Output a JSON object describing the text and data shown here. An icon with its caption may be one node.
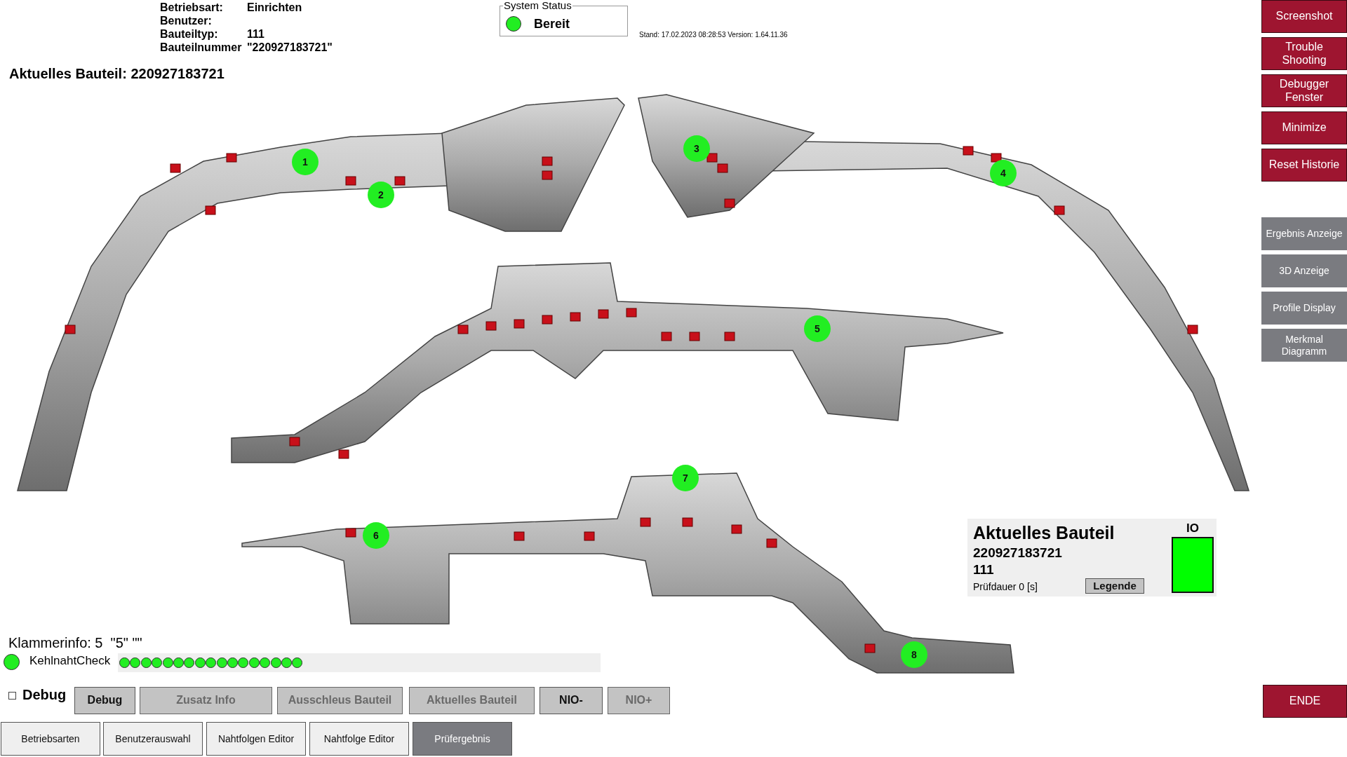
{
  "diagram": {
    "nodes": [
      {
        "text": [
          "System Status",
          "Bereit"
        ]
      },
      {
        "text": [
          "Screenshot"
        ]
      },
      {
        "text": [
          "Trouble Shooting"
        ]
      },
      {
        "text": [
          "Debugger Fenster"
        ]
      },
      {
        "text": [
          "Minimize"
        ]
      },
      {
        "text": [
          "Reset Historie"
        ]
      },
      {
        "text": [
          "Ergebnis Anzeige"
        ]
      },
      {
        "text": [
          "3D Anzeige"
        ]
      },
      {
        "text": [
          "Profile Display"
        ]
      },
      {
        "text": [
          "Merkmal Diagramm"
        ]
      },
      {
        "text": [
          "1"
        ]
      },
      {
        "text": [
          "2"
        ]
      },
      {
        "text": [
          "3"
        ]
      },
      {
        "text": [
          "4"
        ]
      },
      {
        "text": [
          "5"
        ]
      },
      {
        "text": [
          "6"
        ]
      },
      {
        "text": [
          "7"
        ]
      },
      {
        "text": [
          "8"
        ]
      },
      {
        "text": [
          "Aktuelles Bauteil",
          "220927183721",
          "111",
          "Prüfdauer 0 [s]"
        ]
      },
      {
        "text": [
          "Legende"
        ],
        "in": 18
      },
      {
        "text": [
          "IO"
        ],
        "in": 18
      },
      {
        "text": [
          "Debug"
        ]
      },
      {
        "text": [
          "Zusatz Info"
        ]
      },
      {
        "text": [
          "Ausschleus Bauteil"
        ]
      },
      {
        "text": [
          "Aktuelles Bauteil"
        ]
      },
      {
        "text": [
          "NIO-"
        ]
      },
      {
        "text": [
          "NIO+"
        ]
      },
      {
        "text": [
          "Betriebsarten"
        ]
      },
      {
        "text": [
          "Benutzerauswahl"
        ]
      },
      {
        "text": [
          "Nahtfolgen Editor"
        ]
      },
      {
        "text": [
          "Nahtfolge Editor"
        ]
      },
      {
        "text": [
          "Prüfergebnis"
        ]
      },
      {
        "text": [
          "ENDE"
        ]
      }
    ],
    "labels": [
      "Betriebsart:",
      "Einrichten",
      "Benutzer:",
      "Bauteiltyp:",
      "111",
      "Bauteilnummer",
      "\"220927183721\"",
      "Aktuelles Bauteil: 220927183721",
      "Stand: 17.02.2023 08:28:53 Version: 1.64.11.36",
      "Klammerinfo: 5  \"5\" \"\"",
      "KehlnahtCheck",
      "Debug"
    ]
  }
}
